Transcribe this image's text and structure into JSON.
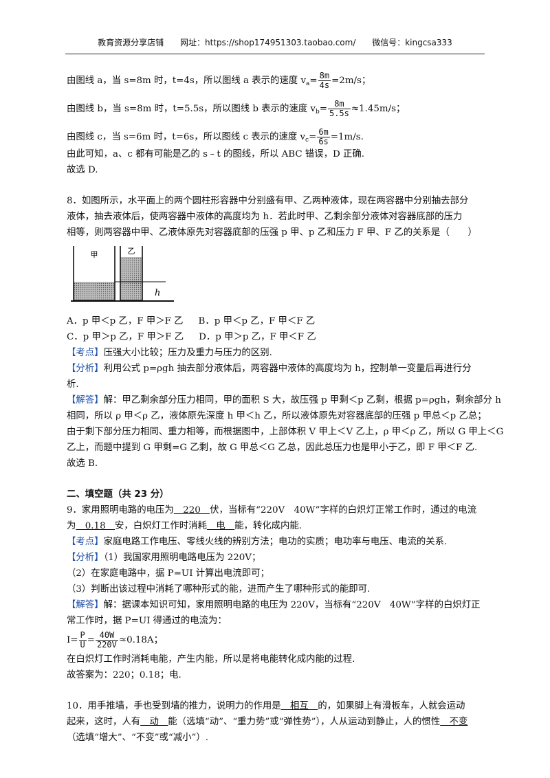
{
  "header": {
    "shop": "教育资源分享店铺",
    "url": "网址：https://shop174951303.taobao.com/",
    "wechat": "微信号：kingcsa333"
  },
  "q7": {
    "a_pre": "由图线 a，当 s=8m 时，t=4s，所以图线 a 表示的速度 v",
    "a_sub": "a",
    "a_num": "8m",
    "a_den": "4s",
    "a_post": "=2m/s；",
    "b_pre": "由图线 b，当 s=8m 时，t=5.5s，所以图线 b 表示的速度 v",
    "b_sub": "b",
    "b_num": "8m",
    "b_den": "5.5s",
    "b_post": "≈1.45m/s；",
    "c_pre": "由图线 c，当 s=6m 时，t=6s，所以图线 c 表示的速度 v",
    "c_sub": "c",
    "c_num": "6m",
    "c_den": "6s",
    "c_post": "=1m/s.",
    "conclusion": "由此可知，a、c 都有可能是乙的 s﹣t 的图线，所以 ABC 错误，D 正确.",
    "answer": "故选 D."
  },
  "q8": {
    "stem1": "8．如图所示，水平面上的两个圆柱形容器中分别盛有甲、乙两种液体，现在两容器中分别抽去部分",
    "stem2": "液体，抽去液体后，使两容器中液体的高度均为 h．若此时甲、乙剩余部分液体对容器底部的压力",
    "stem3": "相等，则两容器中甲、乙液体原先对容器底部的压强 p 甲、p 乙和压力 F 甲、F 乙的关系是（　　）",
    "fig_label_a": "甲",
    "fig_label_b": "乙",
    "fig_label_h": "h",
    "opt_a": "A．p 甲＜p 乙，F 甲＞F 乙",
    "opt_b": "B．p 甲＜p 乙，F 甲＜F 乙",
    "opt_c": "C．p 甲＞p 乙，F 甲＞F 乙",
    "opt_d": "D．p 甲＞p 乙，F 甲＜F 乙",
    "kaodian_tag": "【考点】",
    "kaodian": "压强大小比较；压力及重力与压力的区别.",
    "fenxi_tag": "【分析】",
    "fenxi1": "利用公式 p=ρgh 抽去部分液体后，两容器中液体的高度均为 h，控制单一变量后再进行分",
    "fenxi2": "析.",
    "jieda_tag": "【解答】",
    "jieda1": "解：甲乙剩余部分压力相同，甲的面积 S 大，故压强 p 甲剩＜p 乙剩，根据 p=ρgh，剩余部分 h",
    "jieda2": "相同，所以 ρ 甲＜ρ 乙，液体原先深度 h 甲＜h 乙，所以液体原先对容器底部的压强 p 甲总＜p 乙总；",
    "jieda3": "由于剩下部分压力相同、重力相等，而根据图中，上部体积 V 甲上＜V 乙上，ρ 甲＜ρ 乙，所以 G 甲上＜G",
    "jieda4": "乙上，而题中提到 G 甲剩=G 乙剩，故 G 甲总＜G 乙总，因此总压力也是甲小于乙，即 F 甲＜F 乙.",
    "answer": "故选 B."
  },
  "section2": "二、填空题（共 23 分）",
  "q9": {
    "stem1_pre": "9．家用照明电路的电压为",
    "blank1": "　220　",
    "stem1_mid": "伏，当标有“220V　40W”字样的白炽灯正常工作时，通过的电流",
    "stem2_pre": "为",
    "blank2": "　0.18　",
    "stem2_mid": "安，白炽灯工作时消耗",
    "blank3": "　电　",
    "stem2_post": "能，转化成内能.",
    "kaodian_tag": "【考点】",
    "kaodian": "家庭电路工作电压、零线火线的辨别方法；电功的实质；电功率与电压、电流的关系.",
    "fenxi_tag": "【分析】",
    "fenxi1": "（1）我国家用照明电路电压为 220V；",
    "fenxi2": "（2）在家庭电路中，据 P=UI 计算出电流即可；",
    "fenxi3": "（3）判断出该过程中消耗了哪种形式的能，进而产生了哪种形式的能即可.",
    "jieda_tag": "【解答】",
    "jieda1": "解：据课本知识可知，家用照明电路的电压为 220V，当标有“220V　40W”字样的白炽灯正",
    "jieda2": "常工作时，据 P=UI 得通过的电流为：",
    "f_pre": "I=",
    "f1_num": "P",
    "f1_den": "U",
    "f_eq": "=",
    "f2_num": "40W",
    "f2_den": "220V",
    "f_post": "≈0.18A；",
    "jieda3": "在白炽灯工作时消耗电能，产生内能，所以是将电能转化成内能的过程.",
    "answer": "故答案为：220；0.18；电."
  },
  "q10": {
    "stem1_pre": "10．用手推墙，手也受到墙的推力，说明力的作用是",
    "blank1": "　相互　",
    "stem1_post": "的，如果脚上有滑板车，人就会运动",
    "stem2_pre": "起来，这时，人有",
    "blank2": "　动　",
    "stem2_mid": "能（选填“动”、“重力势”或“弹性势”），人从运动到静止，人的惯性",
    "blank3": "　不变",
    "stem3": "（选填“增大”、“不变”或“减小”）."
  }
}
